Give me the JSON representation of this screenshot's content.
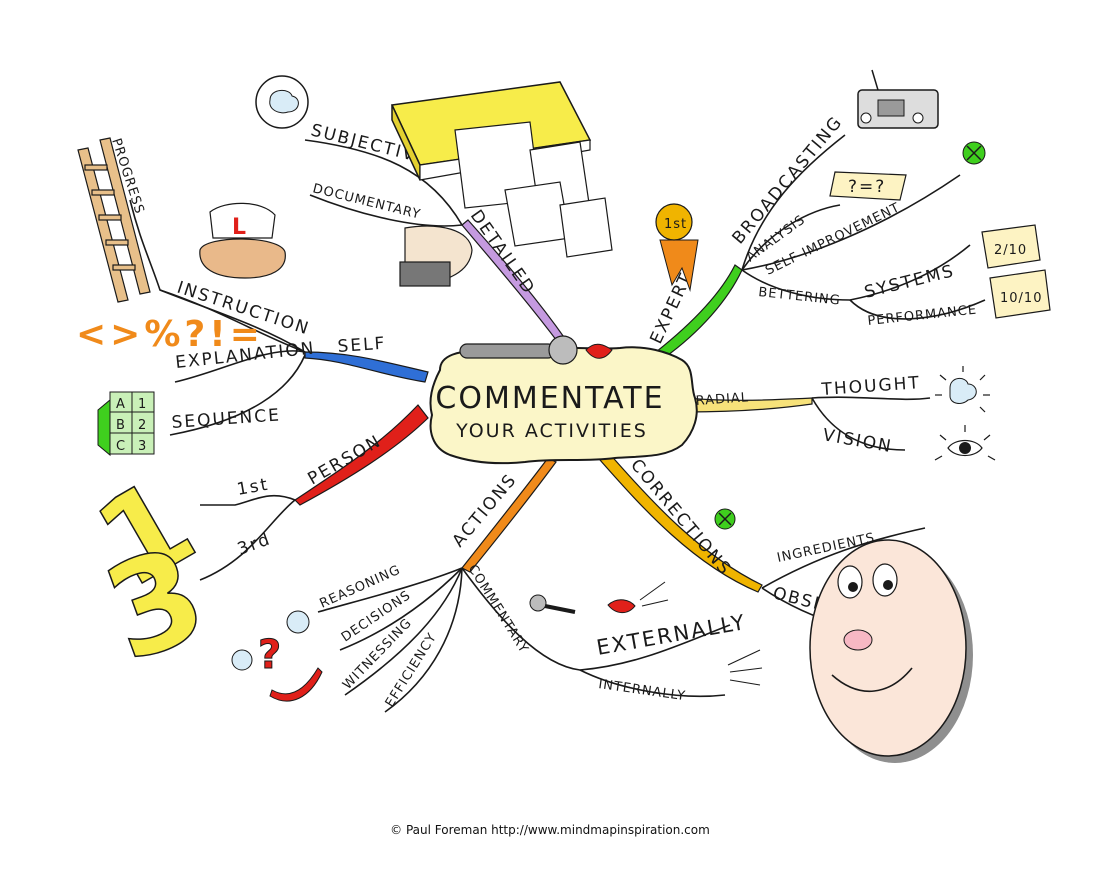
{
  "center": {
    "title": "COMMENTATE",
    "subtitle": "YOUR ACTIVITIES"
  },
  "branches": {
    "self": "SELF",
    "instruction": "INSTRUCTION",
    "explanation": "EXPLANATION",
    "sequence": "SEQUENCE",
    "progress": "PROGRESS",
    "subjective": "SUBJECTIVE",
    "documentary": "DOCUMENTARY",
    "detailed": "DETAILED",
    "expert": "EXPERT",
    "broadcasting": "BROADCASTING",
    "analysis": "ANALYSIS",
    "self_improvement": "SELF-IMPROVEMENT",
    "bettering": "BETTERING",
    "systems": "SYSTEMS",
    "performance": "PERFORMANCE",
    "radial": "RADIAL",
    "thought": "THOUGHT",
    "vision": "VISION",
    "corrections": "CORRECTIONS",
    "ingredients": "INGREDIENTS",
    "observations": "OBSERVATIONS",
    "actions": "ACTIONS",
    "reasoning": "REASONING",
    "decisions": "DECISIONS",
    "witnessing": "WITNESSING",
    "efficiency": "EFFICIENCY",
    "commentary": "COMMENTARY",
    "externally": "EXTERNALLY",
    "internally": "INTERNALLY",
    "person": "PERSON",
    "first": "1st",
    "third": "3rd"
  },
  "drawings": {
    "symbols": "<>%?!=",
    "grid": [
      "A",
      "1",
      "B",
      "2",
      "C",
      "3"
    ],
    "equation": "?=?",
    "score_a": "2/10",
    "score_b": "10/10",
    "ribbon": "1st",
    "learner_plate": "L",
    "question_mark": "?",
    "big_one": "1",
    "big_three": "3"
  },
  "colors": {
    "self_branch": "#2f6fd6",
    "detailed_branch": "#c59ae0",
    "expert_branch": "#3fcf1e",
    "radial_branch": "#f7e27a",
    "corrections_branch": "#f0b400",
    "actions_branch": "#f08a1a",
    "person_branch": "#e0201a",
    "center_fill": "#fbf6c8",
    "book_yellow": "#f7ec4a",
    "egg_face": "#fbe6d9"
  },
  "credit": "© Paul Foreman http://www.mindmapinspiration.com"
}
